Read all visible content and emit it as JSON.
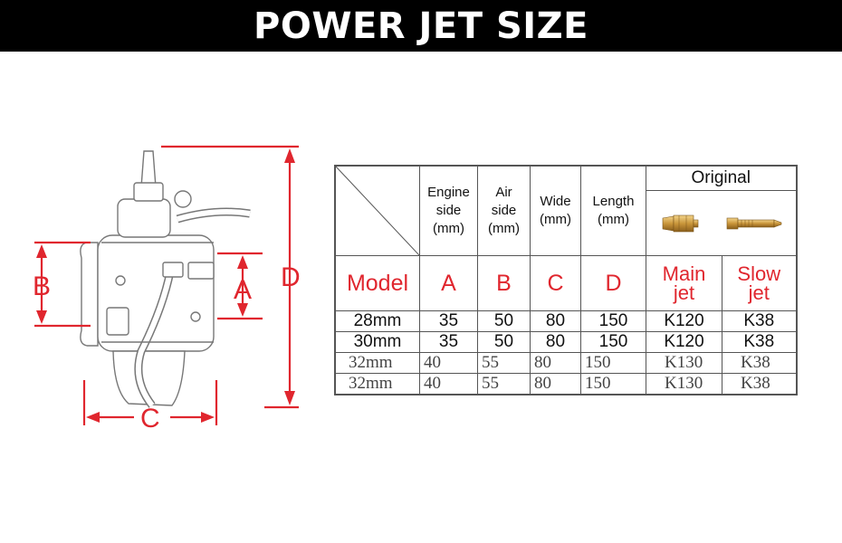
{
  "banner": {
    "title": "POWER JET SIZE"
  },
  "diagram": {
    "labels": {
      "a": "A",
      "b": "B",
      "c": "C",
      "d": "D"
    }
  },
  "table": {
    "original_header": "Original",
    "headers": {
      "engine": [
        "Engine",
        "side",
        "(mm)"
      ],
      "air": [
        "Air",
        "side",
        "(mm)"
      ],
      "wide": [
        "Wide",
        "(mm)"
      ],
      "length": [
        "Length",
        "(mm)"
      ]
    },
    "model_row": {
      "model": "Model",
      "a": "A",
      "b": "B",
      "c": "C",
      "d": "D",
      "main_jet": [
        "Main",
        "jet"
      ],
      "slow_jet": [
        "Slow",
        "jet"
      ]
    },
    "rows": [
      [
        "28mm",
        "35",
        "50",
        "80",
        "150",
        "K120",
        "K38"
      ],
      [
        "30mm",
        "35",
        "50",
        "80",
        "150",
        "K120",
        "K38"
      ],
      [
        "32mm",
        "40",
        "55",
        "80",
        "150",
        "K130",
        "K38"
      ],
      [
        "32mm",
        "40",
        "55",
        "80",
        "150",
        "K130",
        "K38"
      ]
    ]
  },
  "colors": {
    "accent_red": "#e0262e",
    "banner_bg": "#000000"
  }
}
